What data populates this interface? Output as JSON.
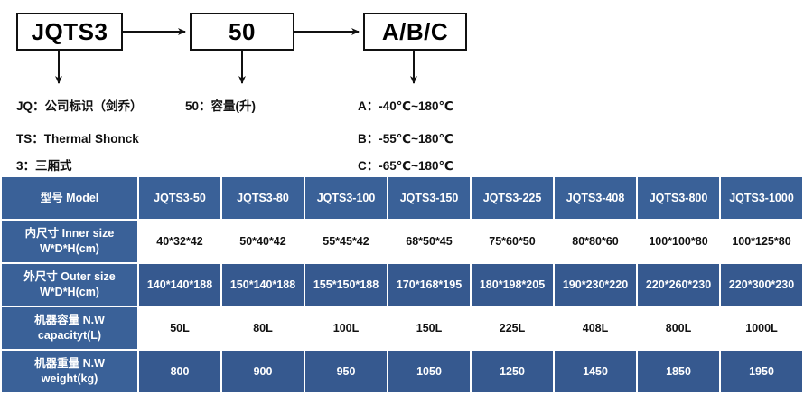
{
  "diagram": {
    "boxes": [
      {
        "id": "model",
        "label": "JQTS3"
      },
      {
        "id": "capacity",
        "label": "50"
      },
      {
        "id": "temperature",
        "label": "A/B/C"
      }
    ],
    "legend": {
      "jq": "JQ：公司标识（剑乔）",
      "ts": "TS：Thermal Shonck",
      "three": "3：三厢式",
      "fifty": "50：容量(升)",
      "temp_a": "A：-40℃~180℃",
      "temp_b": "B：-55℃~180℃",
      "temp_c": "C：-65℃~180℃"
    }
  },
  "table": {
    "header": {
      "label": "型号 Model",
      "models": [
        "JQTS3-50",
        "JQTS3-80",
        "JQTS3-100",
        "JQTS3-150",
        "JQTS3-225",
        "JQTS3-408",
        "JQTS3-800",
        "JQTS3-1000"
      ]
    },
    "rows": [
      {
        "label_line1": "内尺寸 Inner size",
        "label_line2": "W*D*H(cm)",
        "style": "white",
        "values": [
          "40*32*42",
          "50*40*42",
          "55*45*42",
          "68*50*45",
          "75*60*50",
          "80*80*60",
          "100*100*80",
          "100*125*80"
        ]
      },
      {
        "label_line1": "外尺寸 Outer size",
        "label_line2": "W*D*H(cm)",
        "style": "blue",
        "values": [
          "140*140*188",
          "150*140*188",
          "155*150*188",
          "170*168*195",
          "180*198*205",
          "190*230*220",
          "220*260*230",
          "220*300*230"
        ]
      },
      {
        "label_line1": "机器容量 N.W",
        "label_line2": "capacityt(L)",
        "style": "white",
        "values": [
          "50L",
          "80L",
          "100L",
          "150L",
          "225L",
          "408L",
          "800L",
          "1000L"
        ]
      },
      {
        "label_line1": "机器重量 N.W",
        "label_line2": "weight(kg)",
        "style": "blue",
        "values": [
          "800",
          "900",
          "950",
          "1050",
          "1250",
          "1450",
          "1850",
          "1950"
        ]
      }
    ]
  },
  "colors": {
    "table_blue": "#3a6198",
    "cell_blue": "#36598f",
    "line_black": "#111111"
  }
}
